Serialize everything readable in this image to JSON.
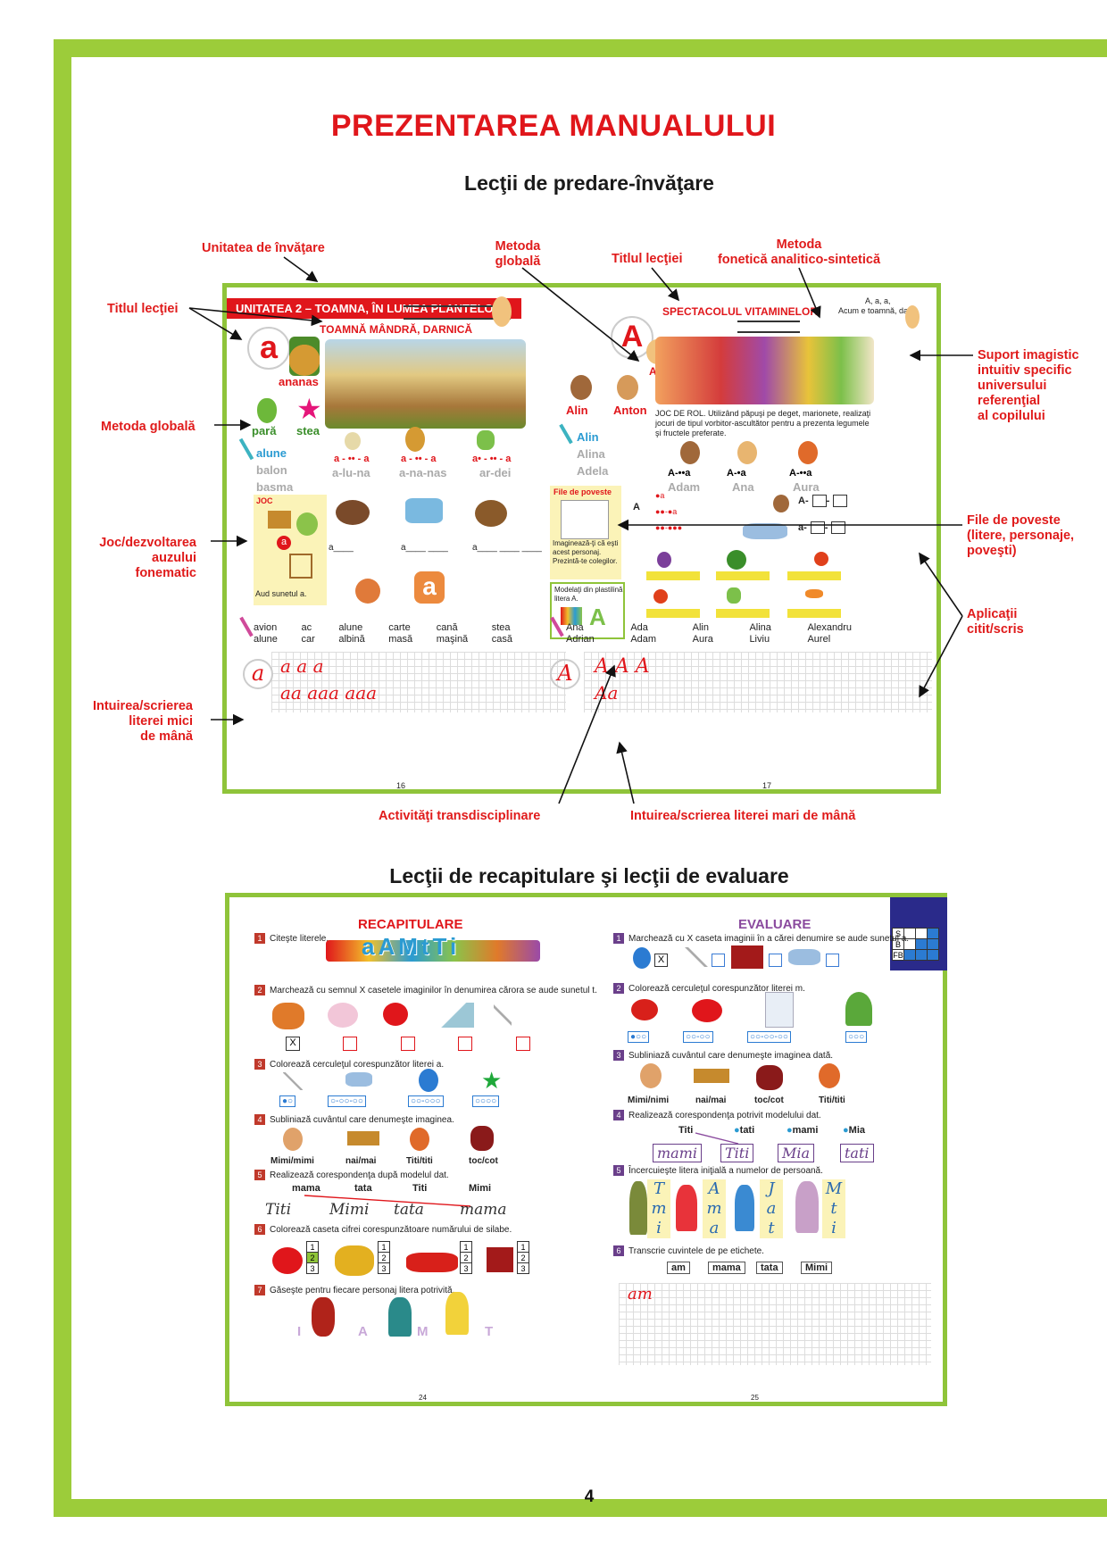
{
  "page_title": "PREZENTAREA MANUALULUI",
  "section1_title": "Lecţii de predare-învăţare",
  "section2_title": "Lecţii de recapitulare şi lecţii de evaluare",
  "page_number": "4",
  "annotations": {
    "unitatea": "Unitatea de învăţare",
    "titlul_left": "Titlul lecţiei",
    "metoda_globala_top": [
      "Metoda",
      "globală"
    ],
    "titlul_right": "Titlul lecţiei",
    "metoda_fonetica": [
      "Metoda",
      "fonetică analitico-sintetică"
    ],
    "suport": [
      "Suport imagistic",
      "intuitiv specific",
      "universului",
      "referenţial",
      "al copilului"
    ],
    "metoda_globala_left": "Metoda globală",
    "joc": [
      "Joc/dezvoltarea",
      "auzului",
      "fonematic"
    ],
    "file": [
      "File de poveste",
      "(litere, personaje,",
      "poveşti)"
    ],
    "aplicatii": [
      "Aplicaţii",
      "citit/scris"
    ],
    "intuirea_mici": [
      "Intuirea/scrierea",
      "literei mici",
      "de mână"
    ],
    "activitati": "Activităţi transdisciplinare",
    "intuirea_mari": "Intuirea/scrierea literei mari de mână"
  },
  "spread1": {
    "left": {
      "unit_banner": "UNITATEA 2 – TOAMNA, ÎN LUMEA PLANTELOR",
      "lesson_title": "TOAMNĂ MÂNDRĂ, DARNICĂ",
      "letter": "a",
      "words": [
        "ananas",
        "pară",
        "stea"
      ],
      "list_words": [
        "alune",
        "balon",
        "basma"
      ],
      "syllables": [
        "a-lu-na",
        "a-na-nas",
        "ar-dei"
      ],
      "syllable_marks": [
        "a - •• - a",
        "a - •• - a",
        "a• - •• - a"
      ],
      "joc_label": "JOC",
      "joc_text": "Aud sunetul a.",
      "word_cols": [
        [
          "avion",
          "alune"
        ],
        [
          "ac",
          "car"
        ],
        [
          "alune",
          "albină"
        ],
        [
          "carte",
          "masă"
        ],
        [
          "cană",
          "maşină"
        ],
        [
          "stea",
          "casă"
        ]
      ],
      "handwriting": [
        "a a a",
        "aa aaa aaa"
      ],
      "page_no": "16"
    },
    "right": {
      "letter": "A",
      "lesson_title": "SPECTACOLUL VITAMINELOR",
      "song": [
        "A, a, a,",
        "Acum e toamnă, da!"
      ],
      "names_top": [
        "Ana",
        "Alin",
        "Anton"
      ],
      "name_list": [
        "Alin",
        "Alina",
        "Adela"
      ],
      "role_play": "JOC DE ROL. Utilizând păpuşi pe deget, marionete, realizaţi jocuri de tipul vorbitor-ascultător pentru a prezenta legumele şi fructele preferate.",
      "names_mid": [
        "Adam",
        "Ana",
        "Aura"
      ],
      "name_marks": [
        "A-••a",
        "A-•a",
        "A-••a"
      ],
      "file_poveste": "File de poveste",
      "file_text": "Imaginează-ţi că eşti acest personaj. Prezintă-te colegilor.",
      "plastilina": "Modelaţi din plastilină litera A.",
      "name_cols": [
        [
          "Ana",
          "Adrian"
        ],
        [
          "Ada",
          "Adam"
        ],
        [
          "Alin",
          "Aura"
        ],
        [
          "Alina",
          "Liviu"
        ],
        [
          "Alexandru",
          "Aurel"
        ]
      ],
      "handwriting": [
        "A A A",
        "Aa"
      ],
      "page_no": "17"
    }
  },
  "spread2": {
    "left": {
      "heading": "RECAPITULARE",
      "tasks": [
        {
          "n": "1",
          "text": "Citeşte literele."
        },
        {
          "n": "2",
          "text": "Marchează cu semnul X casetele imaginilor în denumirea cărora se aude sunetul t."
        },
        {
          "n": "3",
          "text": "Colorează cerculeţul corespunzător literei a."
        },
        {
          "n": "4",
          "text": "Subliniază cuvântul care denumeşte imaginea."
        },
        {
          "n": "5",
          "text": "Realizează corespondenţa după modelul dat."
        },
        {
          "n": "6",
          "text": "Colorează caseta cifrei corespunzătoare numărului de silabe."
        },
        {
          "n": "7",
          "text": "Găseşte pentru fiecare personaj litera potrivită."
        }
      ],
      "train_letters": "aAMtTi",
      "t2_marks": [
        "X",
        "",
        "",
        "",
        ""
      ],
      "t3_boxes": [
        "●○",
        "○-○○-○○",
        "○○-○○○",
        "○○○○"
      ],
      "t4_words": [
        "Mimi/mimi",
        "nai/mai",
        "Titi/titi",
        "toc/cot"
      ],
      "t5_print": [
        "mama",
        "tata",
        "Titi",
        "Mimi"
      ],
      "t5_cursive": [
        "Titi",
        "Mimi",
        "tata",
        "mama"
      ],
      "t6_nums": [
        "1",
        "2",
        "3"
      ],
      "t7_letters": [
        "I",
        "A",
        "M",
        "T"
      ],
      "page_no": "24"
    },
    "right": {
      "heading": "EVALUARE",
      "tasks": [
        {
          "n": "1",
          "text": "Marchează cu X caseta imaginii în a cărei denumire se aude sunetul a."
        },
        {
          "n": "2",
          "text": "Colorează cerculeţul corespunzător literei m."
        },
        {
          "n": "3",
          "text": "Subliniază cuvântul care denumeşte imaginea dată."
        },
        {
          "n": "4",
          "text": "Realizează corespondenţa potrivit modelului dat."
        },
        {
          "n": "5",
          "text": "Încercuieşte litera iniţială a numelor de persoană."
        },
        {
          "n": "6",
          "text": "Transcrie cuvintele de pe etichete."
        }
      ],
      "grade_rows": [
        "S",
        "B",
        "FB"
      ],
      "t1_marks": [
        "X",
        "",
        "",
        ""
      ],
      "t2_boxes": [
        "●○○",
        "○○-○○",
        "○○-○○-○○",
        "○○○"
      ],
      "t3_words": [
        "Mimi/nimi",
        "nai/mai",
        "toc/cot",
        "Titi/titi"
      ],
      "t4_print": [
        "Titi",
        "tati",
        "mami",
        "Mia"
      ],
      "t4_cursive": [
        "mami",
        "Titi",
        "Mia",
        "tati"
      ],
      "t5_cols": [
        [
          "T",
          "m",
          "i"
        ],
        [
          "A",
          "m",
          "a"
        ],
        [
          "J",
          "a",
          "t"
        ],
        [
          "M",
          "t",
          "i"
        ]
      ],
      "t6_labels": [
        "am",
        "mama",
        "tata",
        "Mimi"
      ],
      "t6_cursive": "am",
      "page_no": "25"
    }
  }
}
